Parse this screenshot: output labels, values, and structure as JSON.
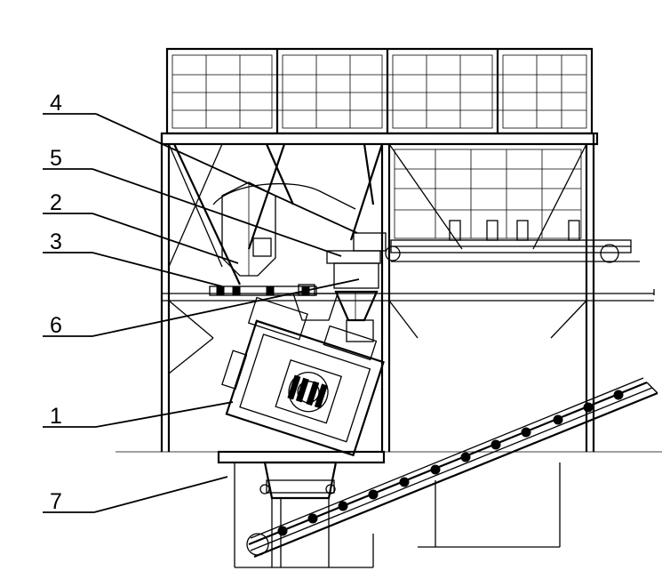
{
  "callouts": [
    {
      "id": "label-4",
      "text": "4"
    },
    {
      "id": "label-5",
      "text": "5"
    },
    {
      "id": "label-2",
      "text": "2"
    },
    {
      "id": "label-3",
      "text": "3"
    },
    {
      "id": "label-6",
      "text": "6"
    },
    {
      "id": "label-1",
      "text": "1"
    },
    {
      "id": "label-7",
      "text": "7"
    }
  ]
}
